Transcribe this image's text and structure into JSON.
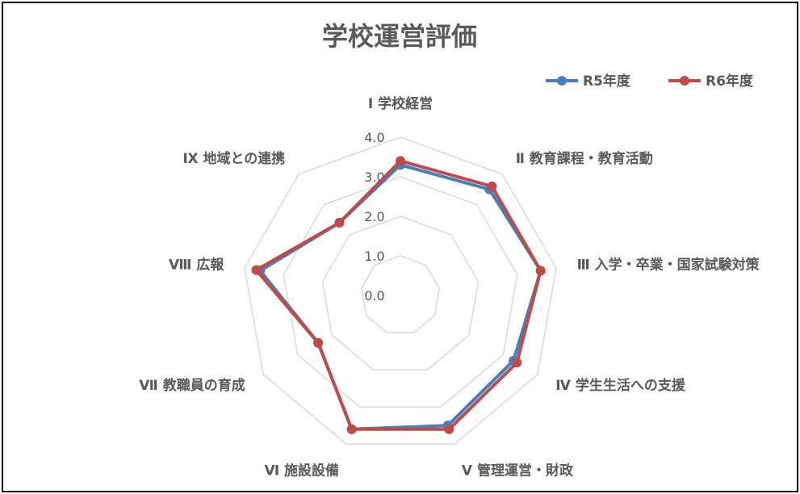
{
  "chart_data": {
    "type": "radar",
    "title": "学校運営評価",
    "categories": [
      "Ⅰ 学校経営",
      "Ⅱ 教育課程・教育活動",
      "Ⅲ 入学・卒業・国家試験対策",
      "Ⅳ 学生生活への支援",
      "Ⅴ 管理運営・財政",
      "Ⅵ 施設設備",
      "Ⅶ 教職員の育成",
      "Ⅷ 広報",
      "Ⅸ 地域との連携"
    ],
    "rlim": [
      0,
      4
    ],
    "ticks": [
      "0.0",
      "1.0",
      "2.0",
      "3.0",
      "4.0"
    ],
    "grid": true,
    "legend": "top-right",
    "series": [
      {
        "name": "R5年度",
        "color": "#4a7ebb",
        "values": [
          3.3,
          3.5,
          3.6,
          3.3,
          3.5,
          3.6,
          2.4,
          3.6,
          2.4
        ]
      },
      {
        "name": "R6年度",
        "color": "#be4b48",
        "values": [
          3.4,
          3.6,
          3.6,
          3.4,
          3.6,
          3.6,
          2.4,
          3.7,
          2.4
        ]
      }
    ]
  }
}
